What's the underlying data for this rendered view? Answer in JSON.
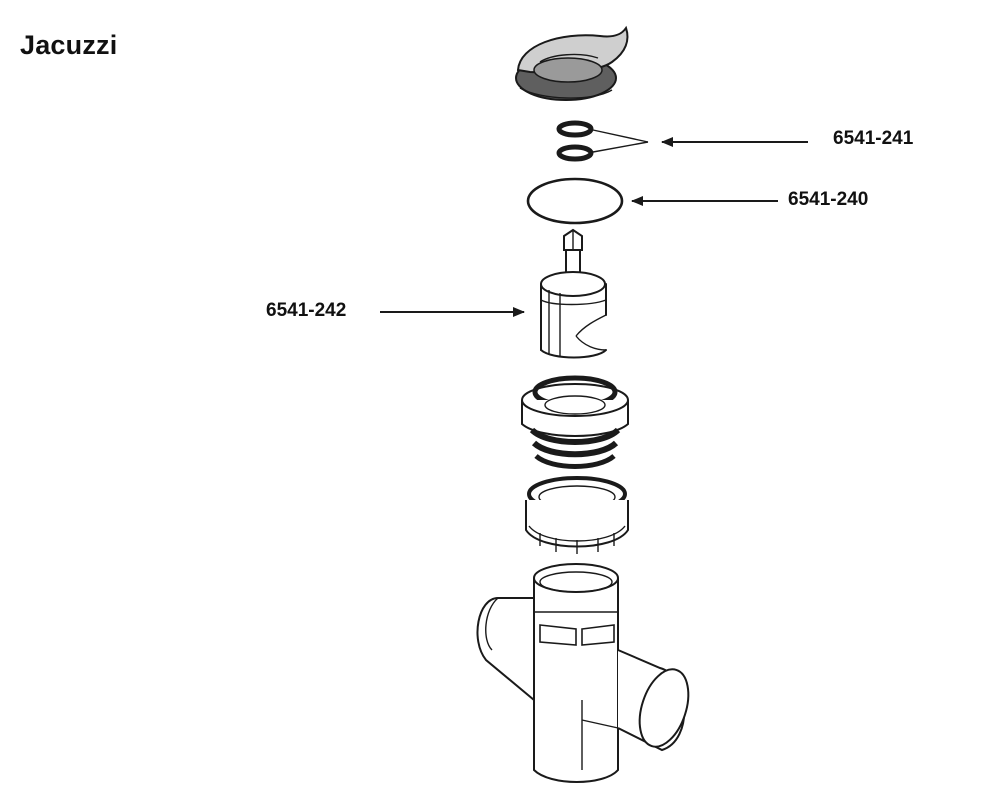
{
  "title": "Jacuzzi",
  "callouts": [
    {
      "id": "p241",
      "part_number": "6541-241"
    },
    {
      "id": "p240",
      "part_number": "6541-240"
    },
    {
      "id": "p242",
      "part_number": "6541-242"
    }
  ],
  "colors": {
    "line": "#1a1a1a",
    "cap_dark": "#6b6b6b",
    "cap_light": "#c9c9c9",
    "background": "#ffffff"
  }
}
